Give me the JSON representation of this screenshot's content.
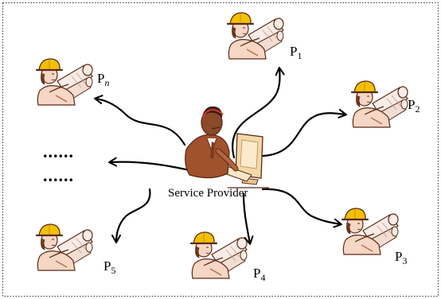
{
  "center": {
    "label": "Service Provider"
  },
  "participants": [
    {
      "id": "p1",
      "letter": "P",
      "sub": "1",
      "sub_italic": false
    },
    {
      "id": "pn",
      "letter": "P",
      "sub": "n",
      "sub_italic": true
    },
    {
      "id": "p2",
      "letter": "P",
      "sub": "2",
      "sub_italic": false
    },
    {
      "id": "p5",
      "letter": "P",
      "sub": "5",
      "sub_italic": false
    },
    {
      "id": "p4",
      "letter": "P",
      "sub": "4",
      "sub_italic": false
    },
    {
      "id": "p3",
      "letter": "P",
      "sub": "3",
      "sub_italic": false
    }
  ],
  "ellipsis": [
    "......",
    "......"
  ],
  "icons": {
    "participant": "engineer-with-blueprints-icon",
    "center": "businessman-at-computer-icon"
  },
  "colors": {
    "helmet": "#f2c000",
    "skin": "#f6d6c4",
    "outline": "#5a2a18",
    "blueprint": "#f7ece6",
    "suit": "#a0522d",
    "monitor": "#f3d9a6"
  }
}
